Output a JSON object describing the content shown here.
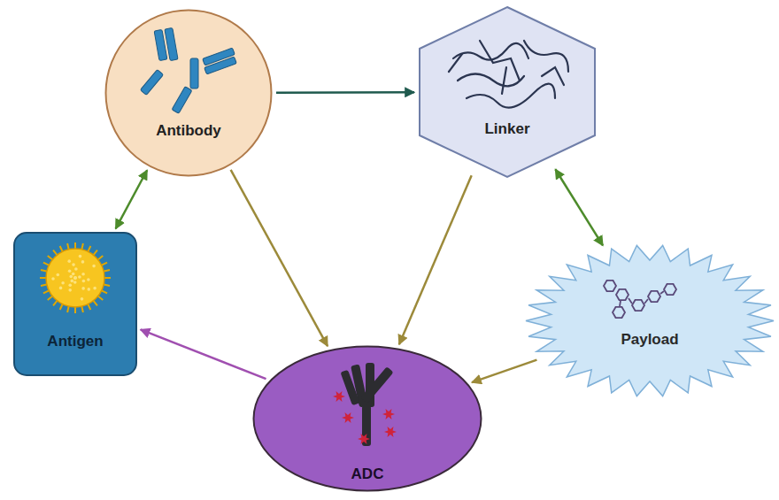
{
  "diagram": {
    "nodes": [
      {
        "text": [
          "Antibody"
        ]
      },
      {
        "text": [
          "Linker"
        ]
      },
      {
        "text": [
          "Antigen"
        ]
      },
      {
        "text": [
          "Payload"
        ]
      },
      {
        "text": [
          "ADC"
        ]
      }
    ],
    "edges": [
      {
        "from": 0,
        "to": 1,
        "arrow": "to"
      },
      {
        "from": 2,
        "to": 0,
        "arrow": "both"
      },
      {
        "from": 1,
        "to": 3,
        "arrow": "both"
      },
      {
        "from": 0,
        "to": 4,
        "arrow": "to"
      },
      {
        "from": 1,
        "to": 4,
        "arrow": "to"
      },
      {
        "from": 3,
        "to": 4,
        "arrow": "to"
      },
      {
        "from": 4,
        "to": 2,
        "arrow": "to"
      }
    ]
  }
}
